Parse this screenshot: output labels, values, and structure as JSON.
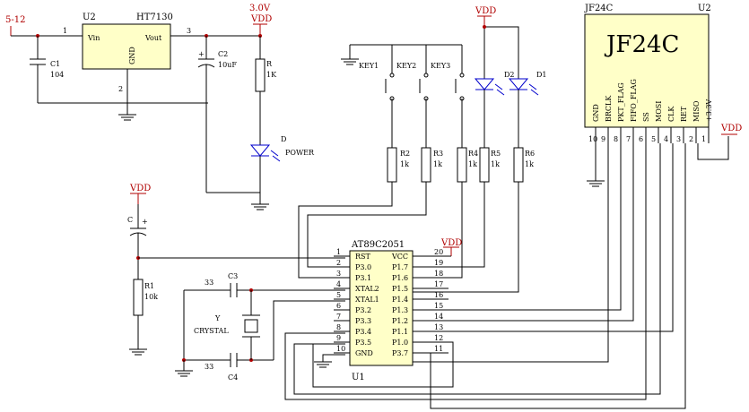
{
  "power": {
    "in_label": "5-12",
    "vdd_top": "VDD",
    "vdd_top_v": "3.0V",
    "vdd_keys": "VDD",
    "vdd_cap": "VDD",
    "vdd_mcu": "VDD",
    "vdd_radio": "VDD"
  },
  "regulator": {
    "ref": "U2",
    "part": "HT7130",
    "vin": "Vin",
    "vout": "Vout",
    "gnd": "GND",
    "pin1": "1",
    "pin2": "2",
    "pin3": "3"
  },
  "caps": {
    "c1_ref": "C1",
    "c1_val": "104",
    "c2_ref": "C2",
    "c2_val": "10uF",
    "c_ref": "C",
    "c3_ref": "C3",
    "c3_val": "33",
    "c4_ref": "C4",
    "c4_val": "33"
  },
  "resistors": {
    "r_ref": "R",
    "r_val": "1K",
    "r1_ref": "R1",
    "r1_val": "10k",
    "r2_ref": "R2",
    "r2_val": "1k",
    "r3_ref": "R3",
    "r3_val": "1k",
    "r4_ref": "R4",
    "r4_val": "1k",
    "r5_ref": "R5",
    "r5_val": "1k",
    "r6_ref": "R6",
    "r6_val": "1k"
  },
  "leds": {
    "power_ref": "D",
    "power_label": "POWER",
    "d2_ref": "D2",
    "d1_ref": "D1"
  },
  "keys": {
    "k1": "KEY1",
    "k2": "KEY2",
    "k3": "KEY3"
  },
  "crystal": {
    "ref": "Y",
    "label": "CRYSTAL"
  },
  "mcu": {
    "part": "AT89C2051",
    "ref": "U1",
    "left_pins": [
      "RST",
      "P3.0",
      "P3.1",
      "XTAL2",
      "XTAL1",
      "P3.2",
      "P3.3",
      "P3.4",
      "P3.5",
      "GND"
    ],
    "left_nums": [
      "1",
      "2",
      "3",
      "4",
      "5",
      "6",
      "7",
      "8",
      "9",
      "10"
    ],
    "right_pins": [
      "VCC",
      "P1.7",
      "P1.6",
      "P1.5",
      "P1.4",
      "P1.3",
      "P1.2",
      "P1.1",
      "P1.0",
      "P3.7"
    ],
    "right_nums": [
      "20",
      "19",
      "18",
      "17",
      "16",
      "15",
      "14",
      "13",
      "12",
      "11"
    ]
  },
  "radio": {
    "part_small": "JF24C",
    "ref": "U2",
    "title": "JF24C",
    "pins": [
      "GND",
      "BRCLK",
      "PKT_FLAG",
      "FIFO_FLAG",
      "SS",
      "MOSI",
      "CLK",
      "RET",
      "MISO",
      "+3.3V"
    ],
    "nums": [
      "10",
      "9",
      "8",
      "7",
      "6",
      "5",
      "4",
      "3",
      "2",
      "1"
    ]
  }
}
